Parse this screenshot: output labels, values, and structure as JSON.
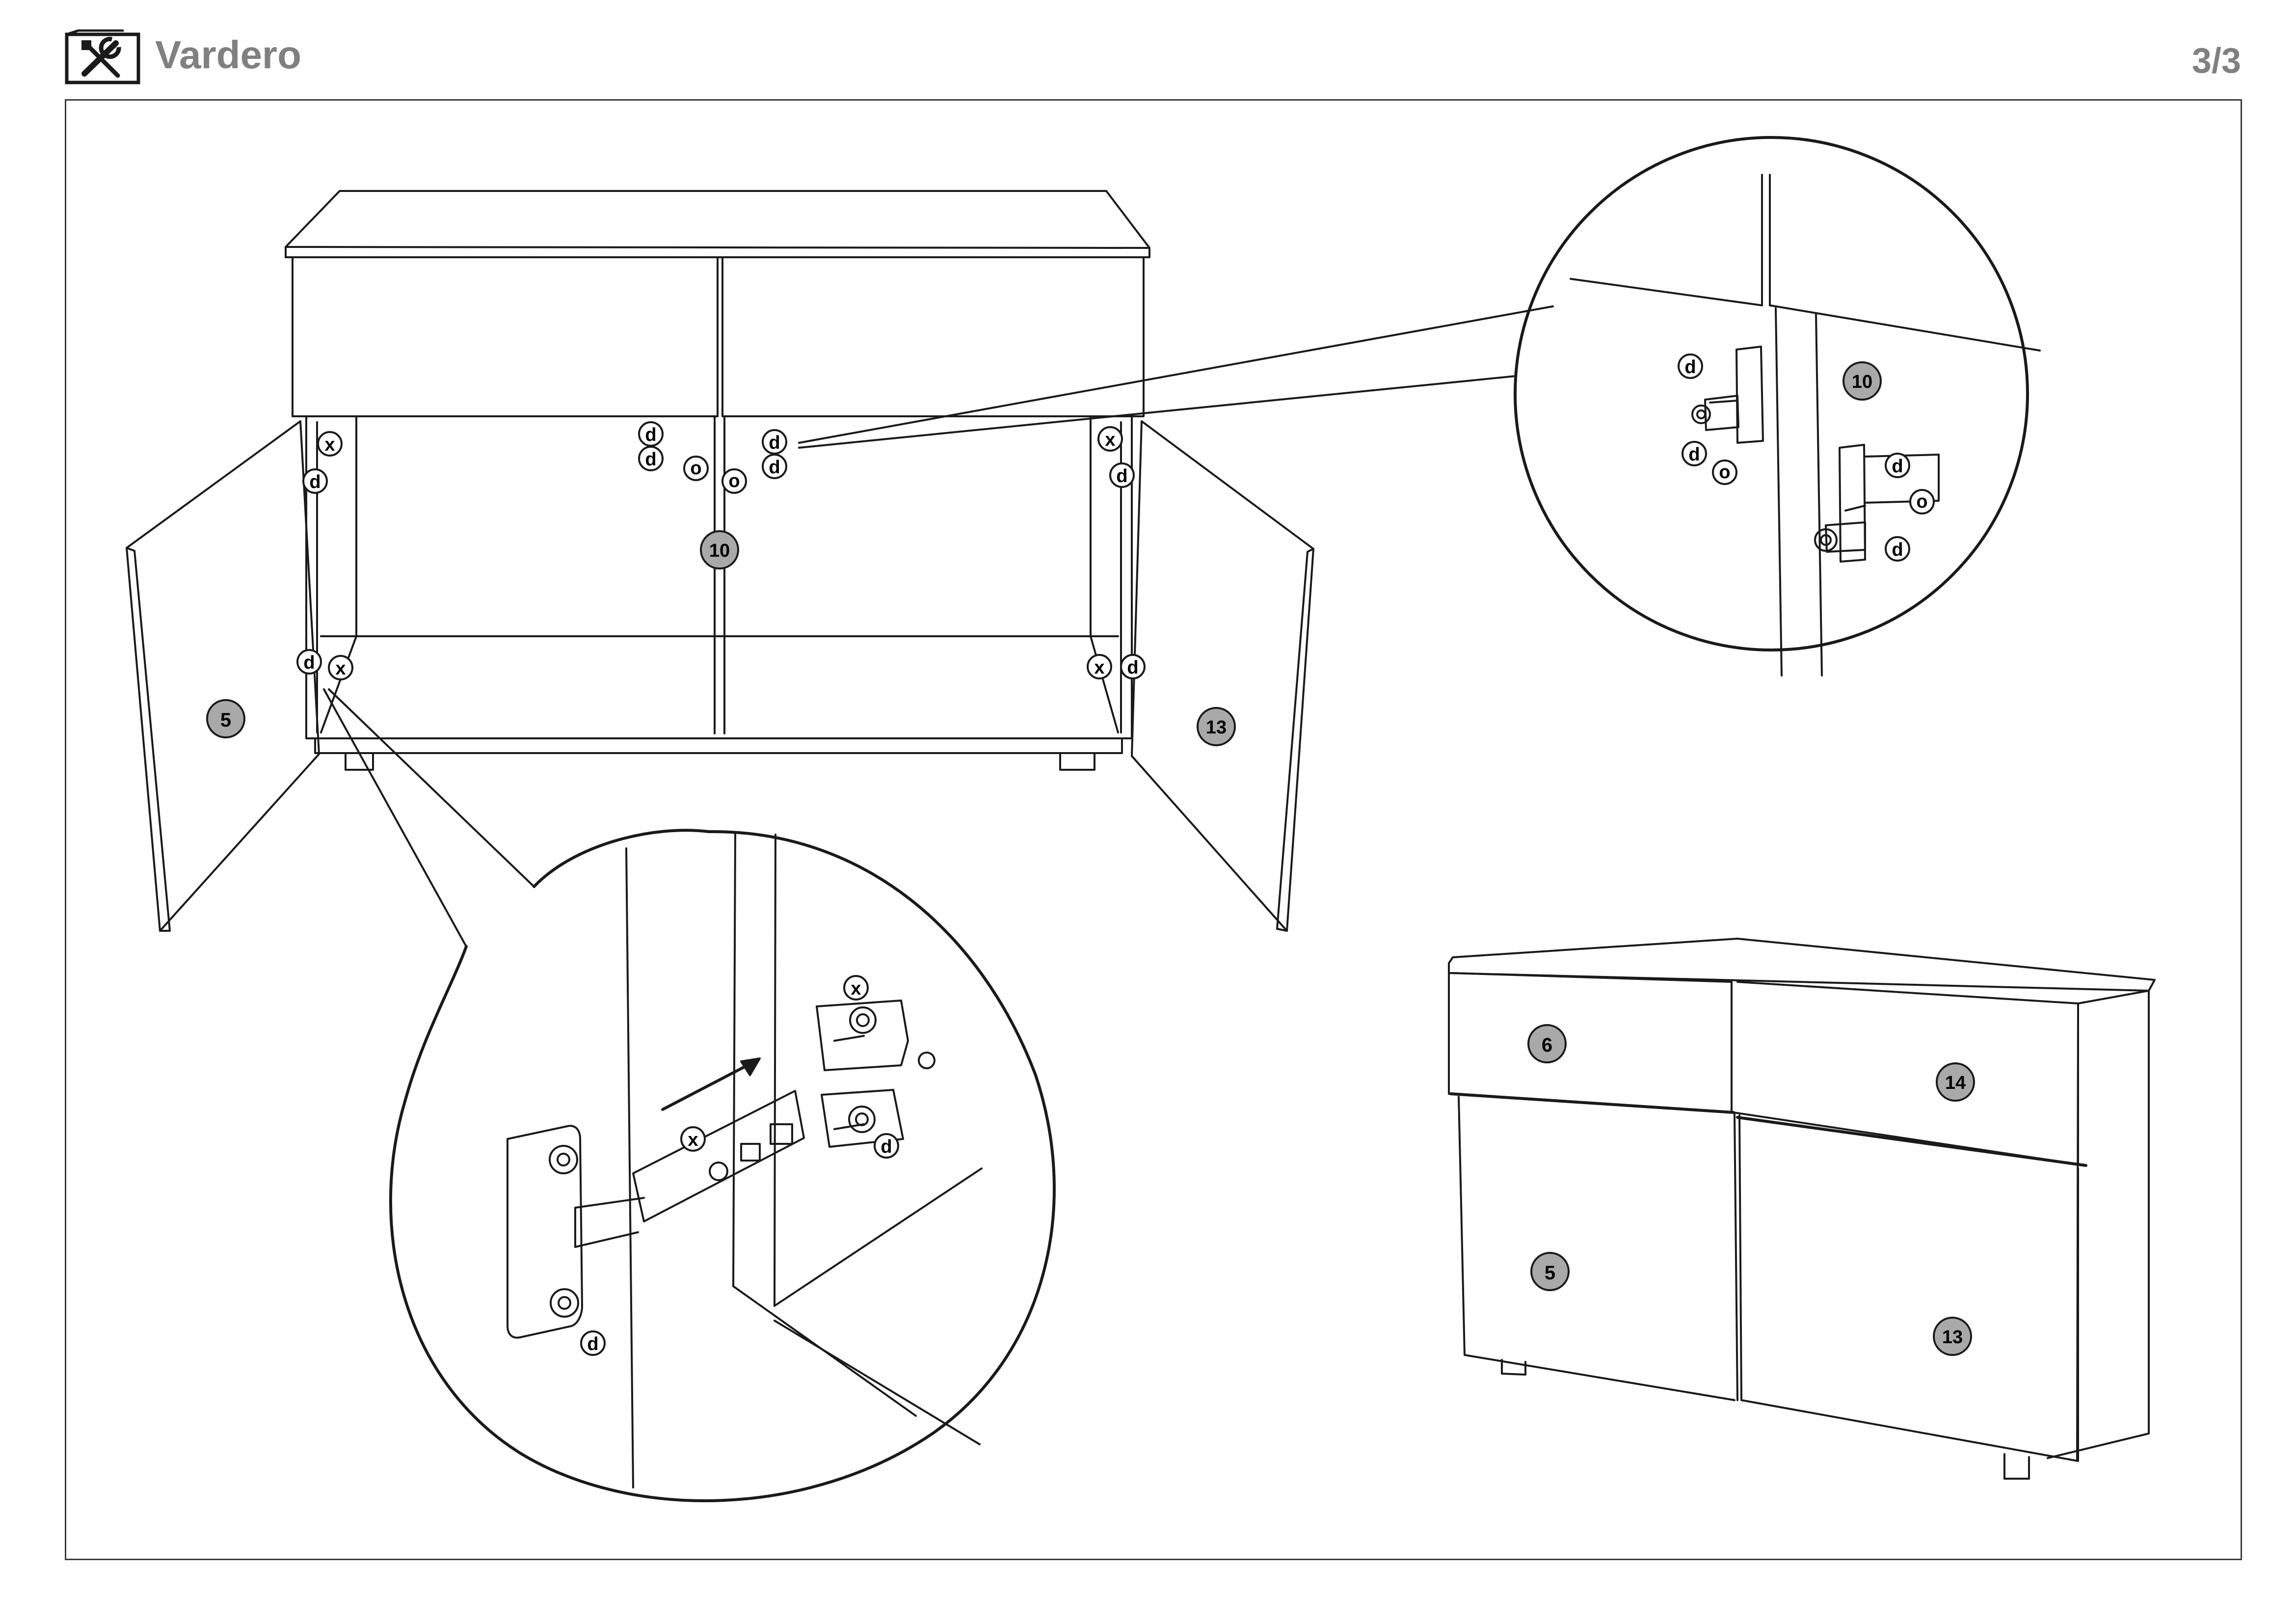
{
  "header": {
    "brand": "Vardero",
    "page": "3/3",
    "icon": "tools-icon"
  },
  "labels": {
    "x": "x",
    "d": "d",
    "o": "o"
  },
  "parts": {
    "door_left": "5",
    "door_right": "13",
    "drawer_left": "6",
    "drawer_right": "14",
    "door_catch": "10"
  },
  "colors": {
    "part_badge_fill": "#a9a9a9",
    "line": "#1a1a1a",
    "header_text": "#808080"
  }
}
